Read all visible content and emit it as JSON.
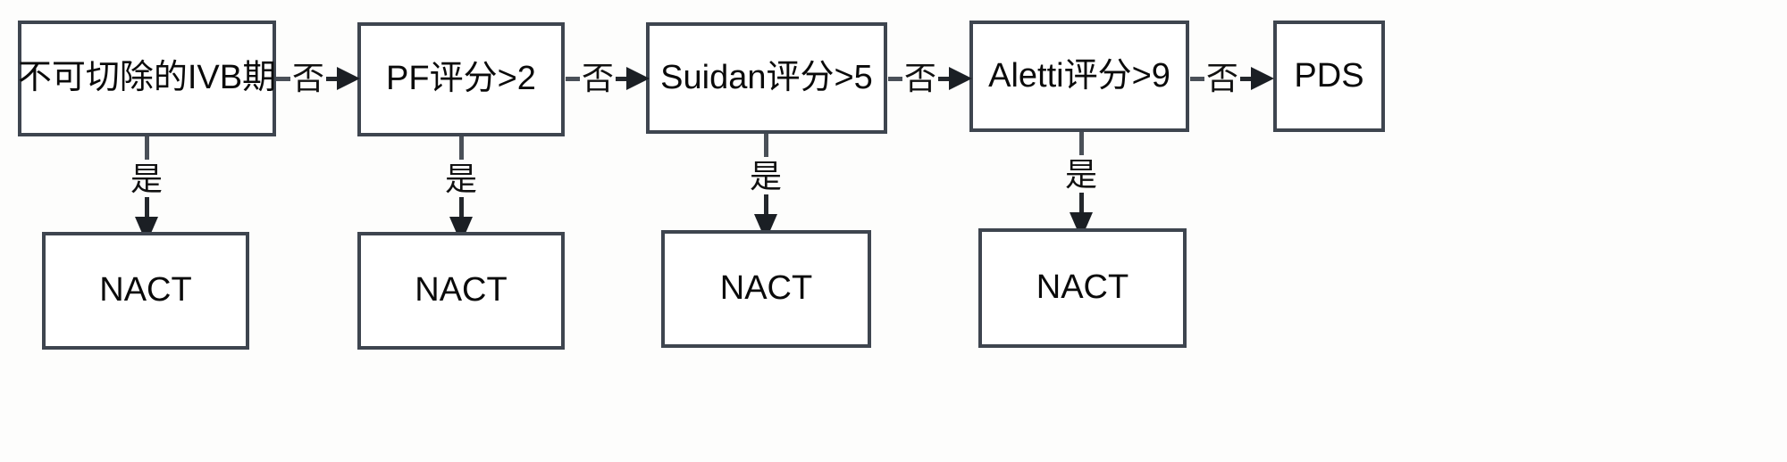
{
  "diagram": {
    "title": "",
    "colors": {
      "node_border": "#3e454f",
      "node_fill": "#ffffff",
      "connector": "#23272c",
      "text": "#0a0a0a",
      "background": "#fdfdfc"
    },
    "decision_nodes": [
      {
        "id": "stage-ivb",
        "label": "不可切除的IVB期"
      },
      {
        "id": "pf-score",
        "label": "PF评分>2"
      },
      {
        "id": "suidan-score",
        "label": "Suidan评分>5"
      },
      {
        "id": "aletti-score",
        "label": "Aletti评分>9"
      }
    ],
    "terminal_node": {
      "id": "pds",
      "label": "PDS"
    },
    "outcome_nodes": [
      {
        "id": "nact-1",
        "label": "NACT"
      },
      {
        "id": "nact-2",
        "label": "NACT"
      },
      {
        "id": "nact-3",
        "label": "NACT"
      },
      {
        "id": "nact-4",
        "label": "NACT"
      }
    ],
    "no_edges": [
      {
        "from": "stage-ivb",
        "to": "pf-score",
        "label": "否"
      },
      {
        "from": "pf-score",
        "to": "suidan-score",
        "label": "否"
      },
      {
        "from": "suidan-score",
        "to": "aletti-score",
        "label": "否"
      },
      {
        "from": "aletti-score",
        "to": "pds",
        "label": "否"
      }
    ],
    "yes_edges": [
      {
        "from": "stage-ivb",
        "to": "nact-1",
        "label": "是"
      },
      {
        "from": "pf-score",
        "to": "nact-2",
        "label": "是"
      },
      {
        "from": "suidan-score",
        "to": "nact-3",
        "label": "是"
      },
      {
        "from": "aletti-score",
        "to": "nact-4",
        "label": "是"
      }
    ]
  }
}
